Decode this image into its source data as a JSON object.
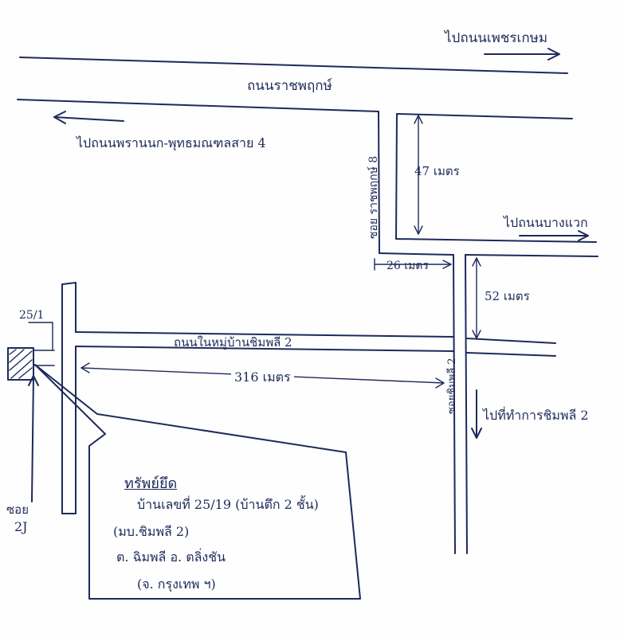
{
  "roads": {
    "to_phetkasem": "ไปถนนเพชรเกษม",
    "ratchaphruek": "ถนนราชพฤกษ์",
    "to_borommaratchachonnani": "ไปถนนพรานนก-พุทธมณฑลสาย 4",
    "soi_ratchaphruek": "ซอย ราชพฤกษ์ 8",
    "to_bangwaek": "ไปถนนบางแวก",
    "soi_chimphli": "ซอยชิมพลี 2",
    "chimphli_road": "ถนนในหมู่บ้านชิมพลี 2",
    "to_chimphli_office": "ไปที่ทำการชิมพลี 2",
    "soi_label": "ซอย",
    "soi_number": "2J"
  },
  "distances": {
    "d1": "47 เมตร",
    "d2": "26 เมตร",
    "d3": "52 เมตร",
    "d4": "316 เมตร"
  },
  "property": {
    "house_no": "25/1",
    "title": "ทรัพย์ยึด",
    "line1": "บ้านเลขที่ 25/19 (บ้านตึก 2 ชั้น)",
    "line2": "(มบ.ชิมพลี 2)",
    "line3": "ต. ฉิมพลี อ. ตลิ่งชัน",
    "line4": "(จ. กรุงเทพ ฯ)"
  }
}
